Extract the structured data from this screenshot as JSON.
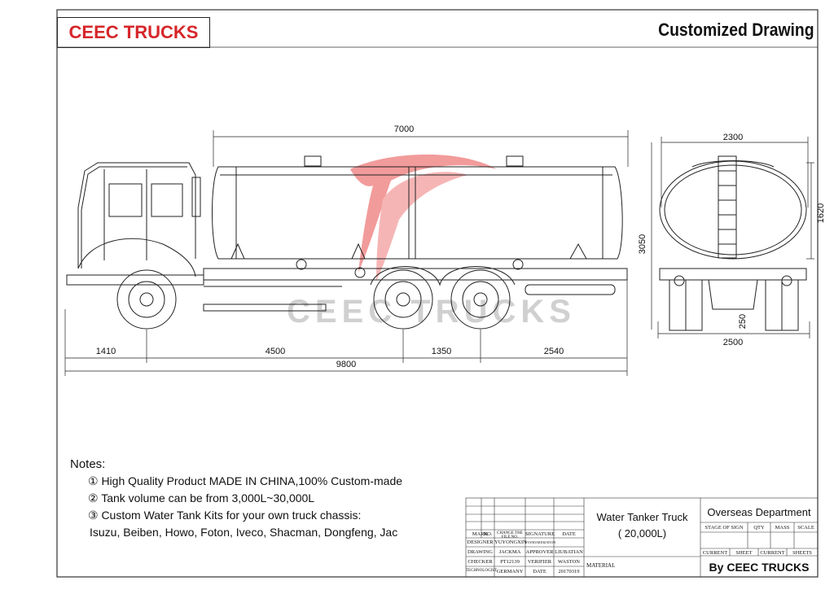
{
  "header": {
    "logo": "CEEC TRUCKS",
    "title": "Customized Drawing"
  },
  "dimensions": {
    "tank_length": "7000",
    "front_overhang": "1410",
    "wheelbase": "4500",
    "axle_spacing": "1350",
    "rear_overhang": "2540",
    "total_length": "9800",
    "height": "3050",
    "tank_width": "2300",
    "tank_height": "1620",
    "body_width": "2500",
    "ground_clearance": "250"
  },
  "watermark": "CEEC TRUCKS",
  "notes": {
    "heading": "Notes:",
    "items": [
      "① High Quality Product MADE IN CHINA,100% Custom-made",
      "② Tank volume can be from 3,000L~30,000L",
      "③ Custom Water Tank Kits for your own truck chassis:",
      "Isuzu, Beiben, Howo, Foton, Iveco, Shacman, Dongfeng, Jac"
    ]
  },
  "title_block": {
    "product_name": "Water Tanker Truck",
    "capacity": "( 20,000L)",
    "department": "Overseas Department",
    "company": "By CEEC TRUCKS",
    "material_label": "MATERIAL",
    "header_row": [
      "MARK",
      "NO.",
      "CHANGE THE FILE NO.",
      "SIGNATURE",
      "DATE"
    ],
    "designer_row": [
      "DESIGNER",
      "YUYONGXIN",
      "STANDARDIZATION"
    ],
    "drawing_row": [
      "DRAWING",
      "JACKMA",
      "APPROVER",
      "LIUBATIAN"
    ],
    "checker_row": [
      "CHECKER",
      "PT12139",
      "VERIFIER",
      "WASTON"
    ],
    "technologist_row": [
      "TECHNOLOGIST",
      "GERMANY",
      "DATE",
      "20170319"
    ],
    "stage_cols": [
      "STAGE OF SIGN",
      "QTY",
      "MASS",
      "SCALE"
    ],
    "sheet_cols": [
      "CURRENT",
      "SHEET",
      "CURRENT",
      "SHEETS"
    ]
  }
}
